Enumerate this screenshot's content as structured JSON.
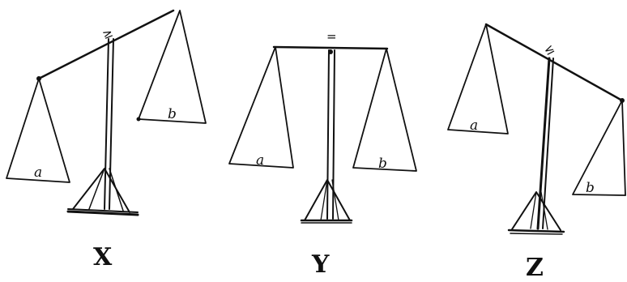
{
  "balances": [
    {
      "id": "x",
      "name": "X",
      "comparison_symbol": "≥",
      "left_pan_label": "a",
      "right_pan_label": "b"
    },
    {
      "id": "y",
      "name": "Y",
      "comparison_symbol": "=",
      "left_pan_label": "a",
      "right_pan_label": "b"
    },
    {
      "id": "z",
      "name": "Z",
      "comparison_symbol": "≤",
      "left_pan_label": "a",
      "right_pan_label": "b"
    }
  ],
  "colors": {
    "ink": "#111111",
    "background": "#ffffff"
  }
}
